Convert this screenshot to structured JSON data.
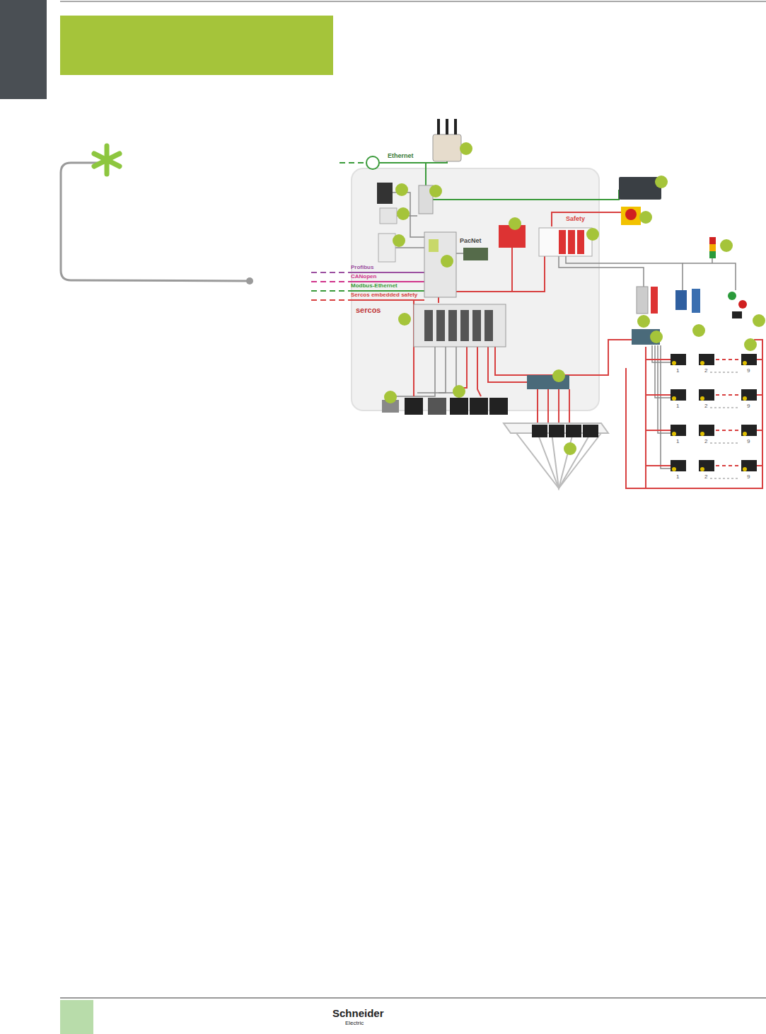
{
  "diagram": {
    "labels": [
      "Ethernet",
      "PacNet",
      "Safety",
      "Profibus",
      "CANopen",
      "Modbus-Ethernet",
      "Sercos embedded safety",
      "sercos",
      "1",
      "2",
      "9",
      "1",
      "2",
      "9",
      "1",
      "2",
      "9",
      "1",
      "2",
      "9",
      "Schneider",
      "Electric"
    ]
  }
}
